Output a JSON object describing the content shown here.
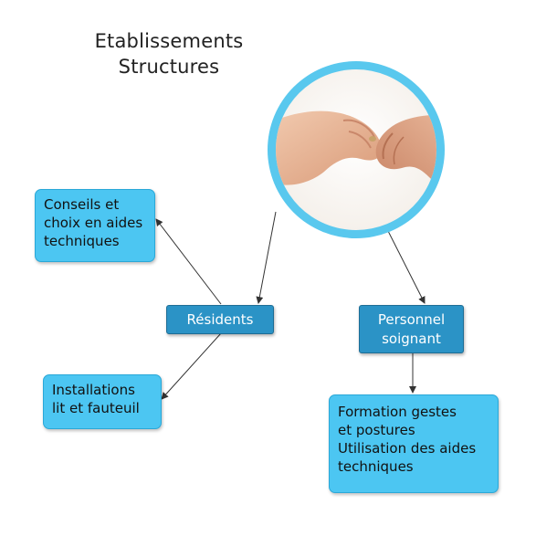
{
  "title": {
    "line1": "Etablissements",
    "line2": "Structures"
  },
  "image": {
    "icon": "holding-hands-photo"
  },
  "nodes": {
    "conseils": {
      "lines": [
        "Conseils et",
        "choix en aides",
        "techniques"
      ]
    },
    "residents": {
      "label": "Résidents"
    },
    "installations": {
      "lines": [
        "Installations",
        "lit et fauteuil"
      ]
    },
    "personnel": {
      "lines": [
        "Personnel",
        "soignant"
      ]
    },
    "formation": {
      "lines": [
        "Formation gestes",
        "et postures",
        "Utilisation des aides",
        "techniques"
      ]
    }
  },
  "colors": {
    "light_box": "#4cc6f2",
    "dark_box": "#2b93c6",
    "circle_ring": "#59c8ee"
  }
}
